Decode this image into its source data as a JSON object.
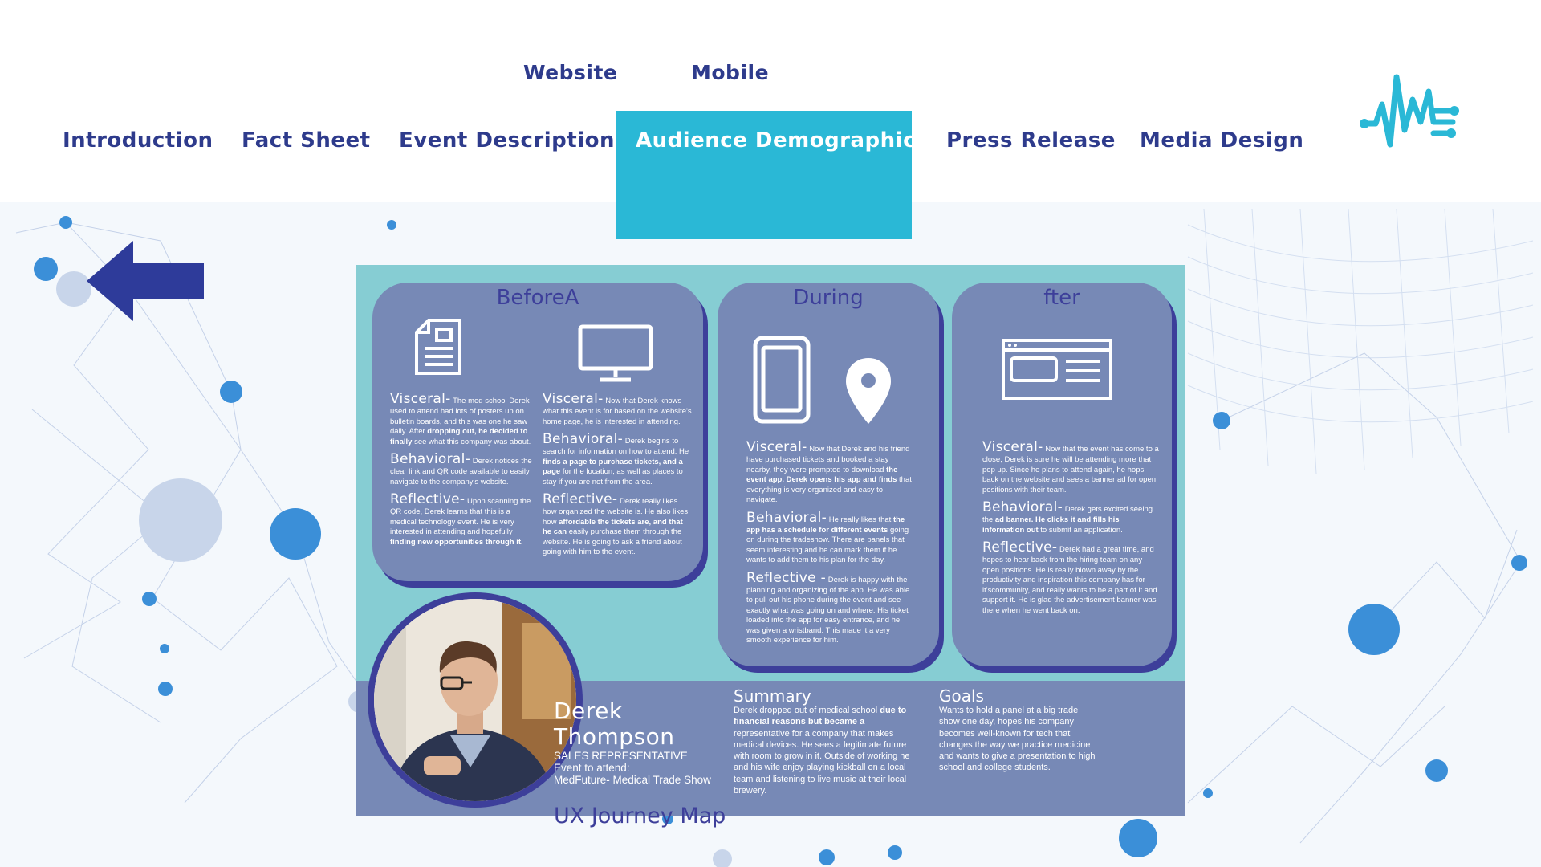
{
  "subnav": {
    "website": "Website",
    "mobile": "Mobile"
  },
  "nav": {
    "items": [
      "Introduction",
      "Fact Sheet",
      "Event Description",
      "Audience Demographics",
      "Press Release",
      "Media Design"
    ],
    "active": "Audience Demographics"
  },
  "colors": {
    "nav_text": "#2e3b8c",
    "active_tab": "#2ab8d6",
    "card": "#7789b6",
    "map_bg": "#86cdd3",
    "accent": "#3d3f9a"
  },
  "icons": [
    "logo-icon",
    "back-arrow-icon",
    "document-icon",
    "monitor-icon",
    "phone-icon",
    "map-pin-icon",
    "browser-ad-icon"
  ],
  "journey": {
    "before": {
      "title": "BeforeA",
      "left": {
        "visceral_term": "Visceral-",
        "visceral_text": "The med school Derek used to attend had lots of posters up on bulletin boards, and this was one he saw daily. After",
        "visceral_bold": "dropping out, he decided to finally",
        "visceral_tail": "see what this company was about.",
        "behavioral_term": "Behavioral-",
        "behavioral_text": "Derek notices the clear link and QR code available to easily navigate to the company's website.",
        "reflective_term": "Reflective-",
        "reflective_text": "Upon scanning the QR code, Derek learns that this is a medical technology event. He is very interested in attending and hopefully",
        "reflective_bold": "finding new opportunities through it."
      },
      "right": {
        "visceral_term": "Visceral-",
        "visceral_text": "Now that Derek knows what this event is for based on the website's home page, he is interested in attending.",
        "behavioral_term": "Behavioral-",
        "behavioral_text": "Derek begins to search for information on how to attend. He",
        "behavioral_bold": "finds a page to purchase tickets, and a page",
        "behavioral_tail": "for the location, as well as places to stay if you are not from the area.",
        "reflective_term": "Reflective-",
        "reflective_text": "Derek really likes how organized the website is. He also likes how",
        "reflective_bold": "affordable the tickets are, and that he can",
        "reflective_tail": "easily purchase them through the website. He is going to ask a friend about going with him to the event."
      }
    },
    "during": {
      "title": "During",
      "visceral_term": "Visceral-",
      "visceral_text": "Now that Derek and his friend have purchased tickets and booked a stay nearby, they were prompted to download",
      "visceral_bold": "the event app. Derek opens his app and finds",
      "visceral_tail": "that everything is very organized and easy to navigate.",
      "behavioral_term": "Behavioral-",
      "behavioral_text": "He really likes that",
      "behavioral_bold": "the app has a schedule for different events",
      "behavioral_tail": "going on during the tradeshow. There are panels that seem interesting and he can mark them if he wants to add them to his plan for the day.",
      "reflective_term": "Reflective -",
      "reflective_text": "Derek is happy with the planning and organizing of the app. He was able to pull out his phone during the event and see exactly what was going on and where. His ticket loaded into the app for easy entrance, and he was given a wristband. This made it a very smooth experience for him."
    },
    "after": {
      "title": "fter",
      "visceral_term": "Visceral-",
      "visceral_text": "Now that the event has come to a close, Derek is sure he will be attending more that pop up. Since he plans to attend again, he hops back on the website and sees a banner ad for open positions with their team.",
      "behavioral_term": "Behavioral-",
      "behavioral_text": "Derek gets excited seeing the",
      "behavioral_bold": "ad banner. He clicks it and fills his information out",
      "behavioral_tail": "to submit an application.",
      "reflective_term": "Reflective-",
      "reflective_text": "Derek had a great time, and hopes to hear back from the hiring team on any open positions. He is really blown away by the productivity and inspiration this company has for it'scommunity, and really wants to be a part of it and support it. He is glad the advertisement banner was there when he went back on."
    },
    "persona": {
      "name": "Derek Thompson",
      "role": "SALES REPRESENTATIVE",
      "event_label": "Event to attend:",
      "event_name": "MedFuture- Medical Trade Show",
      "map_title": "UX Journey Map"
    },
    "summary": {
      "title": "Summary",
      "text1": "Derek dropped out of medical school",
      "bold": "due to financial reasons but became a",
      "text2": "representative for a company that makes medical devices. He sees a legitimate future with room to grow in it. Outside of working he and his wife enjoy playing kickball on a local team and listening to live music at their local brewery."
    },
    "goals": {
      "title": "Goals",
      "text": "Wants to hold a panel at a big trade show one day, hopes his company becomes well-known for tech that changes the way we practice medicine and wants to give a presentation to high school and college students."
    }
  }
}
